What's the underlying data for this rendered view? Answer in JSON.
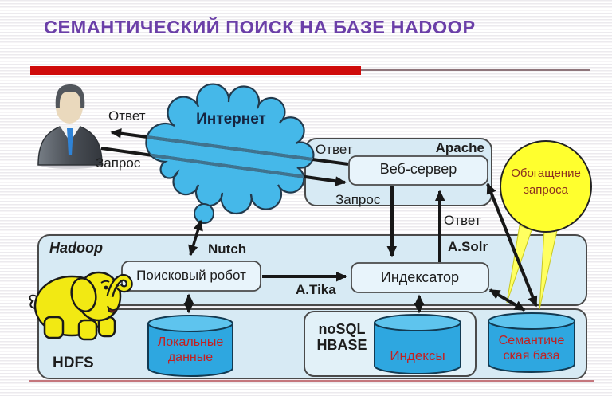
{
  "slide": {
    "title": "СЕМАНТИЧЕСКИЙ ПОИСК НА БАЗЕ HADOOP"
  },
  "labels": {
    "answer_user": "Ответ",
    "request_user": "Запрос",
    "internet": "Интернет",
    "apache": "Apache",
    "answer_apache": "Ответ",
    "web_server": "Веб-сервер",
    "request_apache": "Запрос",
    "enrichment_line1": "Обогащение",
    "enrichment_line2": "запроса",
    "answer_mid": "Ответ",
    "asolr": "A.Solr",
    "hadoop": "Hadoop",
    "nutch": "Nutch",
    "search_robot": "Поисковый робот",
    "atika": "A.Tika",
    "indexer": "Индексатор",
    "hdfs": "HDFS",
    "nosql_line1": "noSQL",
    "nosql_line2": "HBASE",
    "local_data_line1": "Локальные",
    "local_data_line2": "данные",
    "indexes": "Индексы",
    "semantic_line1": "Семантиче",
    "semantic_line2": "ская база"
  },
  "colors": {
    "title_text": "#6b3fa8",
    "accent_bar": "#cf0a0a",
    "container_fill": "#d7eaf4",
    "inner_container_fill": "#e2f1f8",
    "node_fill": "#e8f4fb",
    "cloud_fill": "#45b8e9",
    "cylinder_fill": "#2ea7e0",
    "cylinder_top_fill": "#5ec4ee",
    "balloon_fill": "#ffff2e",
    "balloon_text": "#8a2f1f",
    "db_label_text": "#c32020",
    "arrow_ink": "#171717",
    "elephant_fill": "#f2e913"
  }
}
